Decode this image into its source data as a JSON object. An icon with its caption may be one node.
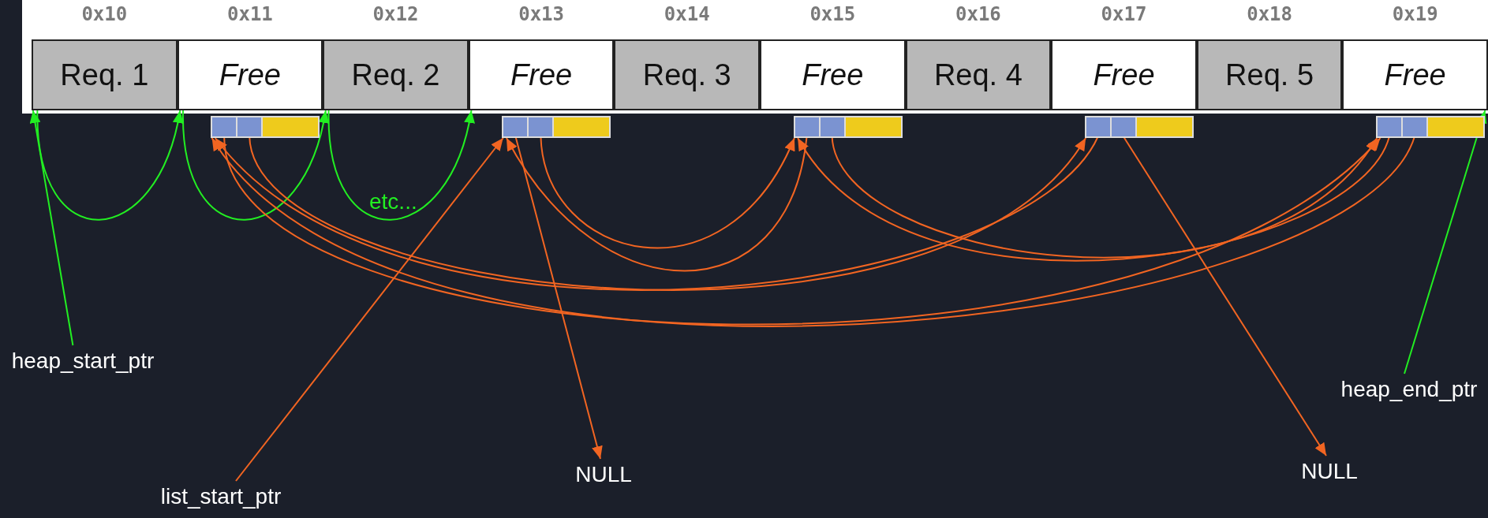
{
  "diagram": {
    "nodes": [
      {
        "text": [
          "Req. 1"
        ],
        "beside": [
          "0x10"
        ]
      },
      {
        "text": [
          "Free"
        ],
        "beside": [
          "0x11"
        ]
      },
      {
        "text": [
          "Req. 2"
        ],
        "beside": [
          "0x12"
        ]
      },
      {
        "text": [
          "Free"
        ],
        "beside": [
          "0x13"
        ]
      },
      {
        "text": [
          "Req. 3"
        ],
        "beside": [
          "0x14"
        ]
      },
      {
        "text": [
          "Free"
        ],
        "beside": [
          "0x15"
        ]
      },
      {
        "text": [
          "Req. 4"
        ],
        "beside": [
          "0x16"
        ]
      },
      {
        "text": [
          "Free"
        ],
        "beside": [
          "0x17"
        ]
      },
      {
        "text": [
          "Req. 5"
        ],
        "beside": [
          "0x18"
        ]
      },
      {
        "text": [
          "Free"
        ],
        "beside": [
          "0x19"
        ]
      },
      {
        "text": [],
        "shape": "bar"
      },
      {
        "text": [],
        "shape": "box",
        "in": 10
      },
      {
        "text": [],
        "shape": "box",
        "in": 10
      },
      {
        "text": [],
        "shape": "box",
        "in": 10
      },
      {
        "text": [],
        "shape": "bar"
      },
      {
        "text": [],
        "shape": "box",
        "in": 14
      },
      {
        "text": [],
        "shape": "box",
        "in": 14
      },
      {
        "text": [],
        "shape": "box",
        "in": 14
      },
      {
        "text": [],
        "shape": "bar"
      },
      {
        "text": [],
        "shape": "box",
        "in": 18
      },
      {
        "text": [],
        "shape": "box",
        "in": 18
      },
      {
        "text": [],
        "shape": "box",
        "in": 18
      },
      {
        "text": [],
        "shape": "bar"
      },
      {
        "text": [],
        "shape": "box",
        "in": 22
      },
      {
        "text": [],
        "shape": "box",
        "in": 22
      },
      {
        "text": [],
        "shape": "box",
        "in": 22
      },
      {
        "text": [],
        "shape": "bar"
      },
      {
        "text": [],
        "shape": "box",
        "in": 26
      },
      {
        "text": [],
        "shape": "box",
        "in": 26
      },
      {
        "text": [],
        "shape": "box",
        "in": 26
      },
      {
        "text": [
          "heap_start_ptr"
        ]
      },
      {
        "text": [
          "list_start_ptr"
        ]
      },
      {
        "text": [
          "NULL"
        ]
      },
      {
        "text": [
          "NULL"
        ]
      },
      {
        "text": [
          "heap_end_ptr"
        ]
      }
    ],
    "edges": [
      {
        "from": 30,
        "to": 0,
        "arrow": "to",
        "color": "#22ee22"
      },
      {
        "from": 0,
        "to": 1,
        "arrow": "to",
        "color": "#22ee22"
      },
      {
        "from": 1,
        "to": 2,
        "arrow": "to",
        "color": "#22ee22"
      },
      {
        "from": 2,
        "to": 3,
        "arrow": "to",
        "color": "#22ee22"
      },
      {
        "from": 34,
        "to": 9,
        "arrow": "to",
        "color": "#22ee22"
      },
      {
        "from": 31,
        "to": 14,
        "arrow": "to"
      },
      {
        "from": 15,
        "to": 32,
        "arrow": "to"
      },
      {
        "from": 16,
        "to": 18,
        "arrow": "to"
      },
      {
        "from": 19,
        "to": 14,
        "arrow": "to"
      },
      {
        "from": 20,
        "to": 26,
        "arrow": "to"
      },
      {
        "from": 27,
        "to": 18,
        "arrow": "to"
      },
      {
        "from": 28,
        "to": 10,
        "arrow": "to"
      },
      {
        "from": 11,
        "to": 26,
        "arrow": "to"
      },
      {
        "from": 12,
        "to": 22,
        "arrow": "to"
      },
      {
        "from": 23,
        "to": 10,
        "arrow": "to"
      },
      {
        "from": 24,
        "to": 33,
        "arrow": "to"
      }
    ],
    "labels": [
      "etc..."
    ]
  }
}
